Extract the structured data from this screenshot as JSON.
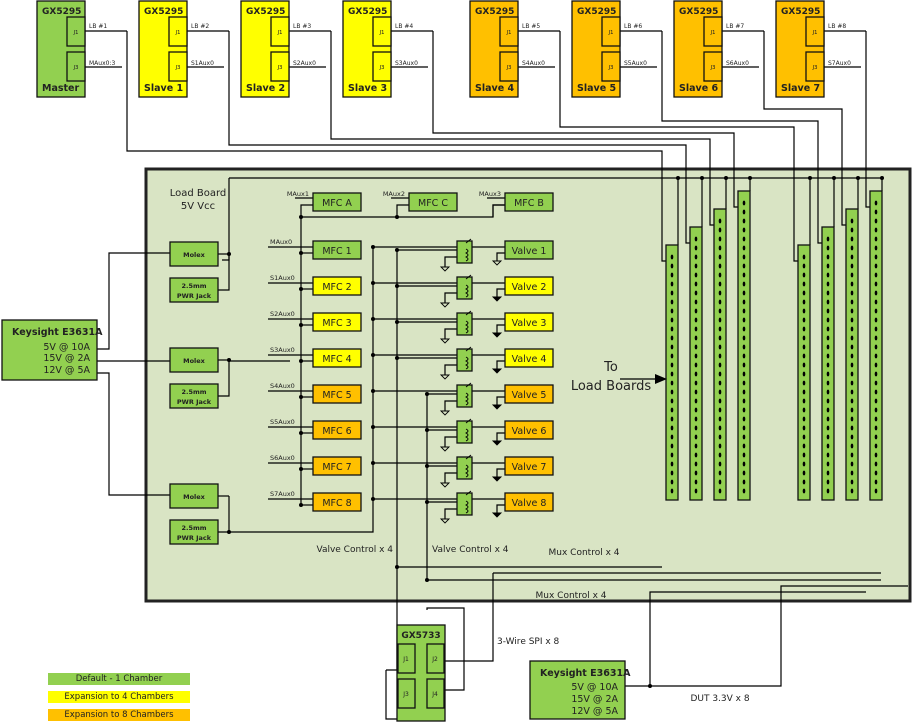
{
  "colors": {
    "default": "#92d050",
    "expansion4": "#ffff00",
    "expansion8": "#ffc000",
    "load_board_bg": "#d9e4c4"
  },
  "gx5295_modules": [
    {
      "model": "GX5295",
      "role": "Master",
      "j1": "J1",
      "j3": "J3",
      "j1_label": "LB #1",
      "j3_label": "MAux0:3",
      "tier": "default"
    },
    {
      "model": "GX5295",
      "role": "Slave 1",
      "j1": "J1",
      "j3": "J3",
      "j1_label": "LB #2",
      "j3_label": "S1Aux0",
      "tier": "expansion4"
    },
    {
      "model": "GX5295",
      "role": "Slave 2",
      "j1": "J1",
      "j3": "J3",
      "j1_label": "LB #3",
      "j3_label": "S2Aux0",
      "tier": "expansion4"
    },
    {
      "model": "GX5295",
      "role": "Slave 3",
      "j1": "J1",
      "j3": "J3",
      "j1_label": "LB #4",
      "j3_label": "S3Aux0",
      "tier": "expansion4"
    },
    {
      "model": "GX5295",
      "role": "Slave 4",
      "j1": "J1",
      "j3": "J3",
      "j1_label": "LB #5",
      "j3_label": "S4Aux0",
      "tier": "expansion8"
    },
    {
      "model": "GX5295",
      "role": "Slave 5",
      "j1": "J1",
      "j3": "J3",
      "j1_label": "LB #6",
      "j3_label": "S5Aux0",
      "tier": "expansion8"
    },
    {
      "model": "GX5295",
      "role": "Slave 6",
      "j1": "J1",
      "j3": "J3",
      "j1_label": "LB #7",
      "j3_label": "S6Aux0",
      "tier": "expansion8"
    },
    {
      "model": "GX5295",
      "role": "Slave 7",
      "j1": "J1",
      "j3": "J3",
      "j1_label": "LB #8",
      "j3_label": "S7Aux0",
      "tier": "expansion8"
    }
  ],
  "load_board": {
    "title_line1": "Load Board",
    "title_line2": "5V Vcc",
    "to_load_boards_line1": "To",
    "to_load_boards_line2": "Load Boards"
  },
  "power_inputs": [
    {
      "molex": "Molex",
      "jack_line1": "2.5mm",
      "jack_line2": "PWR Jack"
    },
    {
      "molex": "Molex",
      "jack_line1": "2.5mm",
      "jack_line2": "PWR Jack"
    },
    {
      "molex": "Molex",
      "jack_line1": "2.5mm",
      "jack_line2": "PWR Jack"
    }
  ],
  "mfc_top": [
    {
      "label": "MFC A",
      "signal": "MAux1",
      "tier": "default"
    },
    {
      "label": "MFC C",
      "signal": "MAux2",
      "tier": "default"
    },
    {
      "label": "MFC B",
      "signal": "MAux3",
      "tier": "default"
    }
  ],
  "mfc_rows": [
    {
      "mfc": "MFC 1",
      "signal": "MAux0",
      "valve": "Valve 1",
      "tier": "default"
    },
    {
      "mfc": "MFC 2",
      "signal": "S1Aux0",
      "valve": "Valve 2",
      "tier": "expansion4"
    },
    {
      "mfc": "MFC 3",
      "signal": "S2Aux0",
      "valve": "Valve 3",
      "tier": "expansion4"
    },
    {
      "mfc": "MFC 4",
      "signal": "S3Aux0",
      "valve": "Valve 4",
      "tier": "expansion4"
    },
    {
      "mfc": "MFC 5",
      "signal": "S4Aux0",
      "valve": "Valve 5",
      "tier": "expansion8"
    },
    {
      "mfc": "MFC 6",
      "signal": "S5Aux0",
      "valve": "Valve 6",
      "tier": "expansion8"
    },
    {
      "mfc": "MFC 7",
      "signal": "S6Aux0",
      "valve": "Valve 7",
      "tier": "expansion8"
    },
    {
      "mfc": "MFC 8",
      "signal": "S7Aux0",
      "valve": "Valve 8",
      "tier": "expansion8"
    }
  ],
  "bus_labels": {
    "valve_control_left": "Valve Control x 4",
    "valve_control_right": "Valve Control x 4",
    "mux_control_top": "Mux Control x 4",
    "mux_control_bottom": "Mux Control x 4",
    "spi": "3-Wire SPI x 8",
    "dut": "DUT 3.3V x 8"
  },
  "psu_left": {
    "model": "Keysight E3631A",
    "out1": "5V @ 10A",
    "out2": "15V @ 2A",
    "out3": "12V @ 5A"
  },
  "psu_right": {
    "model": "Keysight E3631A",
    "out1": "5V @ 10A",
    "out2": "15V @ 2A",
    "out3": "12V @ 5A"
  },
  "gx5733": {
    "model": "GX5733",
    "j1": "J1",
    "j2": "J2",
    "j3": "J3",
    "j4": "J4"
  },
  "legend": [
    {
      "label": "Default -  1 Chamber",
      "tier": "default"
    },
    {
      "label": "Expansion to 4 Chambers",
      "tier": "expansion4"
    },
    {
      "label": "Expansion to 8 Chambers",
      "tier": "expansion8"
    }
  ],
  "connectors": {
    "count": 8
  }
}
